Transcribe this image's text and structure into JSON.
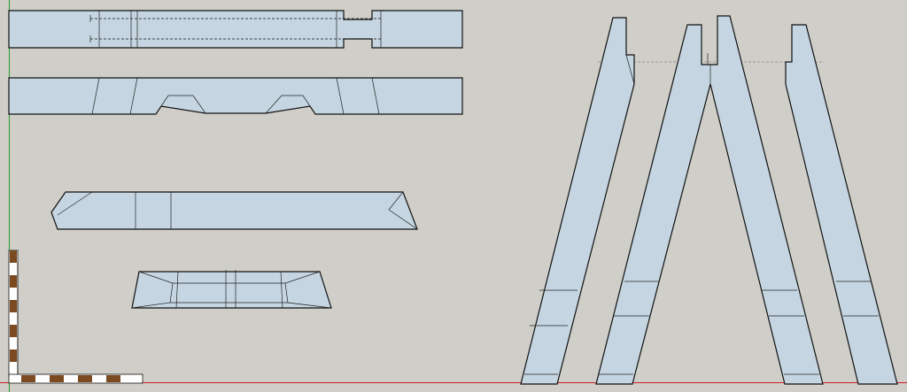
{
  "scene": {
    "background": "#cfcec8",
    "part_fill": "#c5d6e2",
    "line_color": "#111111",
    "axis_red": "#cc2222",
    "axis_green": "#2a9a2a",
    "scale_brown": "#7b4a21"
  },
  "components": [
    "rail-top-plan",
    "rail-top-side",
    "brace-angled",
    "stretcher-trapezoid",
    "leg-assembly-front",
    "scale-figure"
  ]
}
